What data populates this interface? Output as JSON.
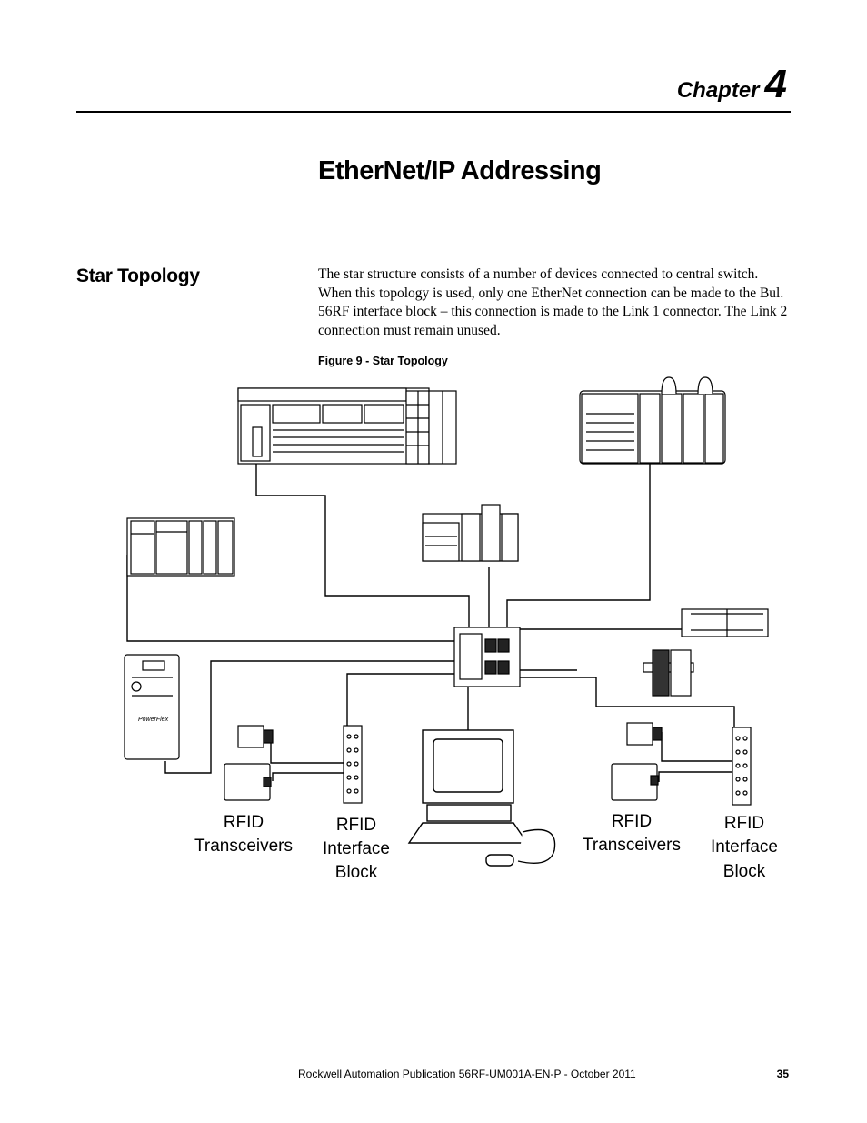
{
  "header": {
    "chapter_word": "Chapter",
    "chapter_number": "4"
  },
  "title": "EtherNet/IP Addressing",
  "section": {
    "heading": "Star Topology",
    "paragraph": "The star structure consists of a number of devices connected to central switch. When this topology is used, only one EtherNet connection can be made to the Bul. 56RF interface block – this connection is made to the Link 1 connector. The Link 2 connection must remain unused."
  },
  "figure": {
    "caption": "Figure 9 - Star Topology",
    "labels": {
      "left_transceivers_1": "RFID",
      "left_transceivers_2": "Transceivers",
      "left_block_1": "RFID",
      "left_block_2": "Interface",
      "left_block_3": "Block",
      "right_transceivers_1": "RFID",
      "right_transceivers_2": "Transceivers",
      "right_block_1": "RFID",
      "right_block_2": "Interface",
      "right_block_3": "Block"
    }
  },
  "footer": {
    "publication": "Rockwell Automation Publication 56RF-UM001A-EN-P - October 2011",
    "page_number": "35"
  }
}
